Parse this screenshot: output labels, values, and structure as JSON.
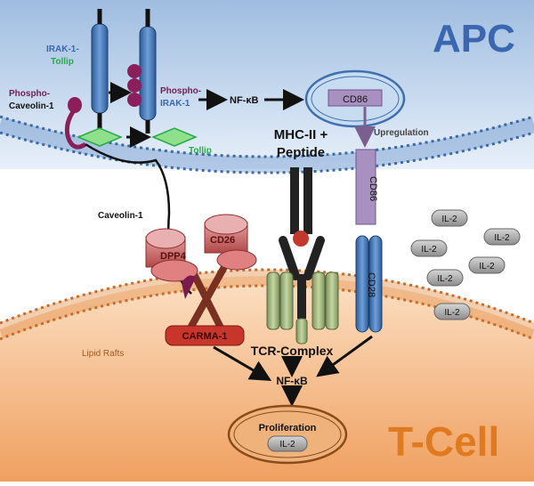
{
  "cells": {
    "apc": "APC",
    "tcell": "T-Cell"
  },
  "labels": {
    "irak1": "IRAK-1-",
    "tollip_top": "Tollip",
    "phospho_caveolin_1": "Phospho-",
    "phospho_caveolin_2": "Caveolin-1",
    "phospho_irak_1": "Phospho-",
    "phospho_irak_2": "IRAK-1",
    "nfkb_apc": "NF-κB",
    "cd86_nucleus": "CD86",
    "upregulation": "Upregulation",
    "tollip_mid": "Tollip",
    "mhc_1": "MHC-II +",
    "mhc_2": "Peptide",
    "cd86_membrane": "CD86",
    "caveolin": "Caveolin-1",
    "dpp4": "DPP4",
    "cd26": "CD26",
    "cd28": "CD28",
    "lipid_rafts": "Lipid Rafts",
    "carma": "CARMA-1",
    "tcr": "TCR-Complex",
    "nfkb_t": "NF-κB",
    "proliferation": "Proliferation",
    "il2_nucleus": "IL-2"
  },
  "il2_cluster": [
    "IL-2",
    "IL-2",
    "IL-2",
    "IL-2",
    "IL-2",
    "IL-2"
  ],
  "colors": {
    "apc_text": "#3a67b0",
    "tcell_text": "#e07a20",
    "tollip": "#2aa84a",
    "phospho": "#7a1a4f",
    "receptor_blue": "#3e6fb0",
    "cd26_red": "#c45a5a",
    "carma_red": "#c8352b",
    "cd86_purple": "#8a72a8"
  }
}
